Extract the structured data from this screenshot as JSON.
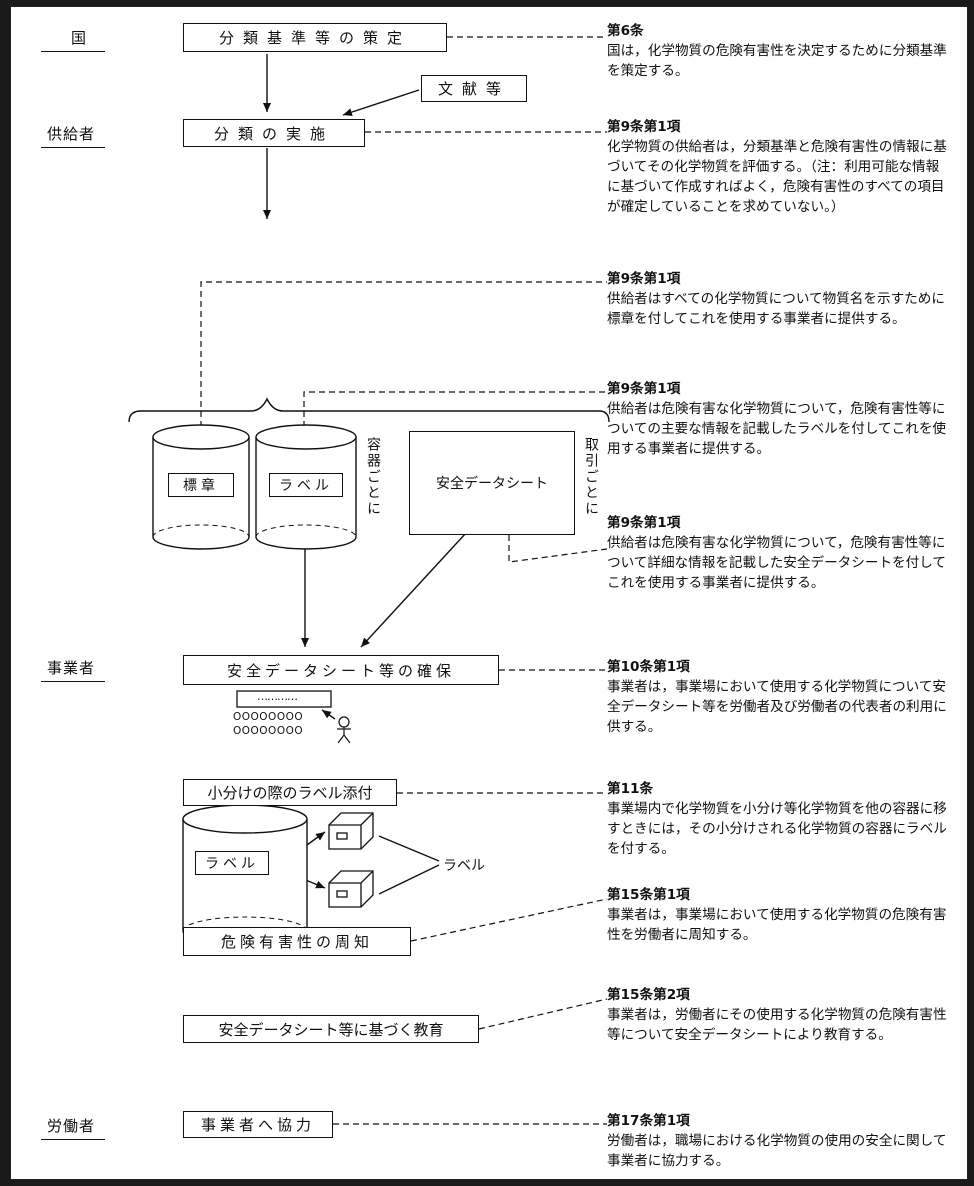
{
  "actors": {
    "country": "国",
    "supplier": "供給者",
    "employer": "事業者",
    "worker": "労働者"
  },
  "boxes": {
    "classification_standard": "分類基準等の策定",
    "literature": "文献等",
    "classification_implementation": "分類の実施",
    "sds_securing": "安全データシート等の確保",
    "labeling_on_subdivision": "小分けの際のラベル添付",
    "hazard_notification": "危険有害性の周知",
    "sds_education": "安全データシート等に基づく教育",
    "cooperate_with_employer": "事業者へ協力"
  },
  "containers": {
    "mark": "標章",
    "label": "ラベル",
    "per_container": "容器ごとに",
    "sds": "安全データシート",
    "per_transaction": "取引ごとに",
    "subdivided_label": "ラベル",
    "pointer_label": "ラベル"
  },
  "dots": "…………",
  "people": "OOOOOOOO",
  "notes": [
    {
      "head": "第6条",
      "body": "国は，化学物質の危険有害性を決定するために分類基準を策定する。"
    },
    {
      "head": "第9条第1項",
      "body": "化学物質の供給者は，分類基準と危険有害性の情報に基づいてその化学物質を評価する。（注：利用可能な情報に基づいて作成すればよく，危険有害性のすべての項目が確定していることを求めていない。）"
    },
    {
      "head": "第9条第1項",
      "body": "供給者はすべての化学物質について物質名を示すために標章を付してこれを使用する事業者に提供する。"
    },
    {
      "head": "第9条第1項",
      "body": "供給者は危険有害な化学物質について，危険有害性等についての主要な情報を記載したラベルを付してこれを使用する事業者に提供する。"
    },
    {
      "head": "第9条第1項",
      "body": "供給者は危険有害な化学物質について，危険有害性等について詳細な情報を記載した安全データシートを付してこれを使用する事業者に提供する。"
    },
    {
      "head": "第10条第1項",
      "body": "事業者は，事業場において使用する化学物質について安全データシート等を労働者及び労働者の代表者の利用に供する。"
    },
    {
      "head": "第11条",
      "body": "事業場内で化学物質を小分け等化学物質を他の容器に移すときには，その小分けされる化学物質の容器にラベルを付する。"
    },
    {
      "head": "第15条第1項",
      "body": "事業者は，事業場において使用する化学物質の危険有害性を労働者に周知する。"
    },
    {
      "head": "第15条第2項",
      "body": "事業者は，労働者にその使用する化学物質の危険有害性等について安全データシートにより教育する。"
    },
    {
      "head": "第17条第1項",
      "body": "労働者は，職場における化学物質の使用の安全に関して事業者に協力する。"
    }
  ]
}
